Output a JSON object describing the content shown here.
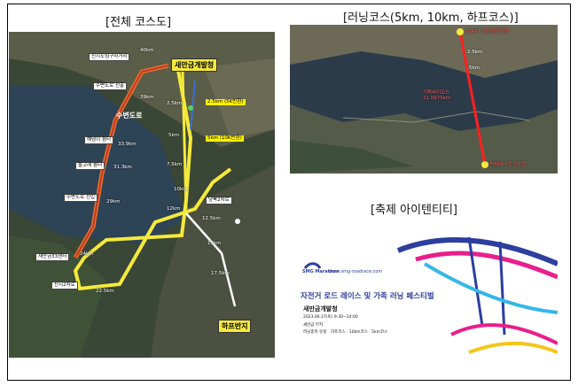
{
  "titles": {
    "full": "[전체 코스도]",
    "running": "[러닝코스(5km, 10km, 하프코스)]",
    "identity": "[축제 아이텐티티]"
  },
  "full_map": {
    "place_labels": [
      "신시도임구사거리",
      "새만금개발청",
      "수변도로 진출",
      "수변도로",
      "해넘이 쉼터",
      "돌고래 쉼터",
      "수변도로 진입",
      "새만금33센터",
      "신시2차로",
      "남북2차로",
      "하프반지"
    ],
    "km_markers": [
      "40km",
      "39km",
      "2.5km",
      "2.5km (5K반환)",
      "33.9km",
      "31.3km",
      "5km",
      "5km (10K반환)",
      "7.5km",
      "29km",
      "10km",
      "12km",
      "12.5km",
      "24km",
      "15km",
      "17.5km",
      "22.5km"
    ]
  },
  "running_map": {
    "start": "START 새만금개발청",
    "finish": "FINISH 동진공원",
    "markers": [
      "2.5km",
      "5km"
    ],
    "note_1": "기독바이오드",
    "note_2": "21.0975km"
  },
  "festival": {
    "logo_text": "SMG Marathon",
    "url": "www.smg-roadrace.com",
    "headline": "자전거 로드 레이스 및 가족 러닝 페스티벌",
    "host": "새만금개발청",
    "date": "2023.06.17(토) 9:30~14:00",
    "place": "새만금 부지",
    "events_label": "러닝종목 유형",
    "events": "하프코스 · 10km코스 · 5km코스"
  }
}
